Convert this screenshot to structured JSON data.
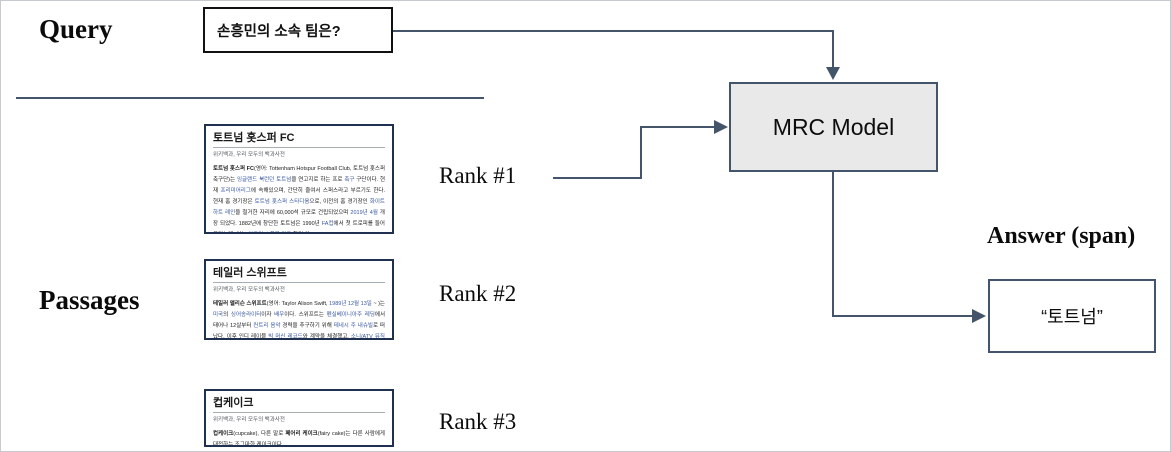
{
  "labels": {
    "query": "Query",
    "passages": "Passages",
    "answer": "Answer (span)"
  },
  "query_box": {
    "text": "손흥민의 소속 팀은?"
  },
  "mrc_box": {
    "text": "MRC Model"
  },
  "answer_box": {
    "text": "“토트넘”"
  },
  "colors": {
    "line": "#44546a",
    "mrc_fill": "#e9e9e9",
    "card_border": "#1f3050",
    "link": "#3756a4",
    "query_border": "#111111"
  },
  "icons": {
    "arrow_down": "arrowhead-down",
    "arrow_right": "arrowhead-right"
  },
  "passages": [
    {
      "rank_label": "Rank #1",
      "title": "토트넘 홋스퍼 FC",
      "subtitle": "위키백과, 우리 모두의 백과사전",
      "body": [
        {
          "text": "토트넘 홋스퍼 FC",
          "bold": true
        },
        {
          "text": "(영어: Tottenham Hotspur Football Club, 토트넘 홋스퍼 축구단)는 "
        },
        {
          "text": "잉글랜드",
          "link": true
        },
        {
          "text": " "
        },
        {
          "text": "북런던",
          "link": true
        },
        {
          "text": " "
        },
        {
          "text": "토트넘",
          "link": true
        },
        {
          "text": "을 연고지로 하는 프로 "
        },
        {
          "text": "축구",
          "link": true
        },
        {
          "text": " 구단이다. 현재 "
        },
        {
          "text": "프리미어리그",
          "link": true
        },
        {
          "text": "에 속해있으며, 간단히 줄여서 스퍼스라고 부르기도 한다. 현재 홈 경기장은 "
        },
        {
          "text": "토트넘 홋스퍼 스타디움",
          "link": true
        },
        {
          "text": "으로, 이전의 홈 경기장인 "
        },
        {
          "text": "화이트 하트 레인",
          "link": true
        },
        {
          "text": "을 철거한 자리에 60,000석 규모로 건립되었으며 "
        },
        {
          "text": "2019년 4월",
          "link": true
        },
        {
          "text": " 개장 되었다. 1882년에 창단한 토트넘은 1990년 "
        },
        {
          "text": "FA컵",
          "link": true
        },
        {
          "text": "에서 첫 트로피를 들어 올렸는데, 이는 "
        },
        {
          "text": "잉글리시 풋볼 리그",
          "link": true
        },
        {
          "text": " 창립 이"
        }
      ]
    },
    {
      "rank_label": "Rank #2",
      "title": "테일러 스위프트",
      "subtitle": "위키백과, 우리 모두의 백과사전",
      "body": [
        {
          "text": "테일러 앨리슨 스위프트",
          "bold": true
        },
        {
          "text": "(영어: Taylor Alison Swift, "
        },
        {
          "text": "1989년",
          "link": true
        },
        {
          "text": " "
        },
        {
          "text": "12월 13일",
          "link": true
        },
        {
          "text": " ~ )는 "
        },
        {
          "text": "미국",
          "link": true
        },
        {
          "text": "의 "
        },
        {
          "text": "싱어송라이터",
          "link": true
        },
        {
          "text": "이자 "
        },
        {
          "text": "배우",
          "link": true
        },
        {
          "text": "이다. 스위프트는 "
        },
        {
          "text": "펜실베이니아주",
          "link": true
        },
        {
          "text": " "
        },
        {
          "text": "레딩",
          "link": true
        },
        {
          "text": "에서 태어나 12살부터 "
        },
        {
          "text": "컨트리 음악",
          "link": true
        },
        {
          "text": " 경력을 추구하기 위해 "
        },
        {
          "text": "테네시 주",
          "link": true
        },
        {
          "text": " "
        },
        {
          "text": "내슈빌",
          "link": true
        },
        {
          "text": "로 떠났다. 이후 인디 레이블 "
        },
        {
          "text": "빅 머신 레코드",
          "link": true
        },
        {
          "text": "와 계약을 체결했고, "
        },
        {
          "text": "소니/ATV 뮤직 퍼블리싱",
          "link": true
        },
        {
          "text": "에서 젊은 작곡"
        }
      ]
    },
    {
      "rank_label": "Rank #3",
      "title": "컵케이크",
      "subtitle": "위키백과, 우리 모두의 백과사전",
      "body": [
        {
          "text": "컵케이크",
          "bold": true
        },
        {
          "text": "(cupcake), 다른 말로 "
        },
        {
          "text": "페어리 케이크",
          "bold": true
        },
        {
          "text": "(fairy cake)는 다른 사람에게 대접하는 조그마한 케이크이다."
        }
      ]
    }
  ]
}
